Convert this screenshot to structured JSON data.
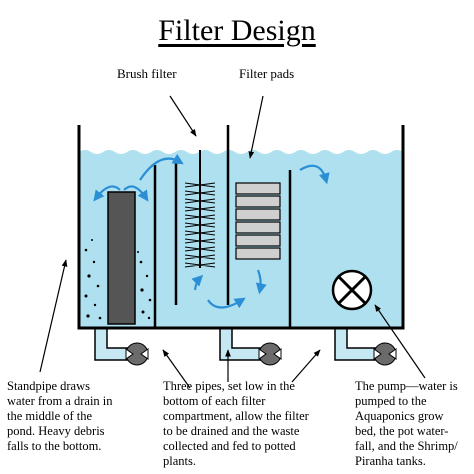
{
  "title": "Filter Design",
  "labels": {
    "brush_filter": "Brush filter",
    "filter_pads": "Filter pads"
  },
  "notes": {
    "standpipe": "Standpipe draws\nwater from a drain in\nthe middle of the\npond. Heavy debris\nfalls to the bottom.",
    "pipes": "Three pipes, set low in the\nbottom of each filter\ncompartment, allow the filter\nto be drained and the waste\ncollected and fed to potted\nplants.",
    "pump": "The pump—water is\npumped to the\nAquaponics grow\nbed, the pot water-\nfall, and the Shrimp/\nPiranha tanks."
  },
  "colors": {
    "water": "#aee0ef",
    "water_line": "#7fc7dd",
    "arrow": "#2b8fd6",
    "standpipe": "#555555",
    "pipe_fill": "#c6e8f3",
    "valve": "#6b6b6b",
    "pads": "#cfcfcf"
  },
  "icons": {
    "pump": "pump-cross-icon",
    "valve": "valve-icon"
  }
}
